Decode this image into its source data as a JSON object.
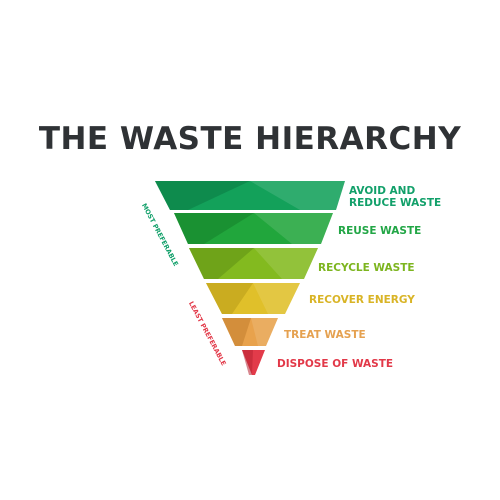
{
  "title": "THE WASTE HIERARCHY",
  "side_labels": {
    "most": "MOST PREFERABLE",
    "least": "LEAST PREFERABLE"
  },
  "levels": [
    {
      "label_line1": "AVOID AND",
      "label_line2": "REDUCE WASTE",
      "color": "#13a15a",
      "dark": "#0b7a43",
      "text_color": "#12a06a"
    },
    {
      "label_line1": "REUSE WASTE",
      "label_line2": "",
      "color": "#21a63c",
      "dark": "#168029",
      "text_color": "#22a646"
    },
    {
      "label_line1": "RECYCLE WASTE",
      "label_line2": "",
      "color": "#83ba1f",
      "dark": "#5f8f14",
      "text_color": "#7db51f"
    },
    {
      "label_line1": "RECOVER ENERGY",
      "label_line2": "",
      "color": "#e0c02a",
      "dark": "#b89a18",
      "text_color": "#d9b426"
    },
    {
      "label_line1": "TREAT WASTE",
      "label_line2": "",
      "color": "#e8a24c",
      "dark": "#c17d2d",
      "text_color": "#e5a150"
    },
    {
      "label_line1": "DISPOSE OF WASTE",
      "label_line2": "",
      "color": "#e23b4a",
      "dark": "#b82533",
      "text_color": "#e23848"
    }
  ],
  "colors": {
    "title": "#2f3235",
    "most_preferable": "#12a06a",
    "least_preferable": "#e23848"
  }
}
